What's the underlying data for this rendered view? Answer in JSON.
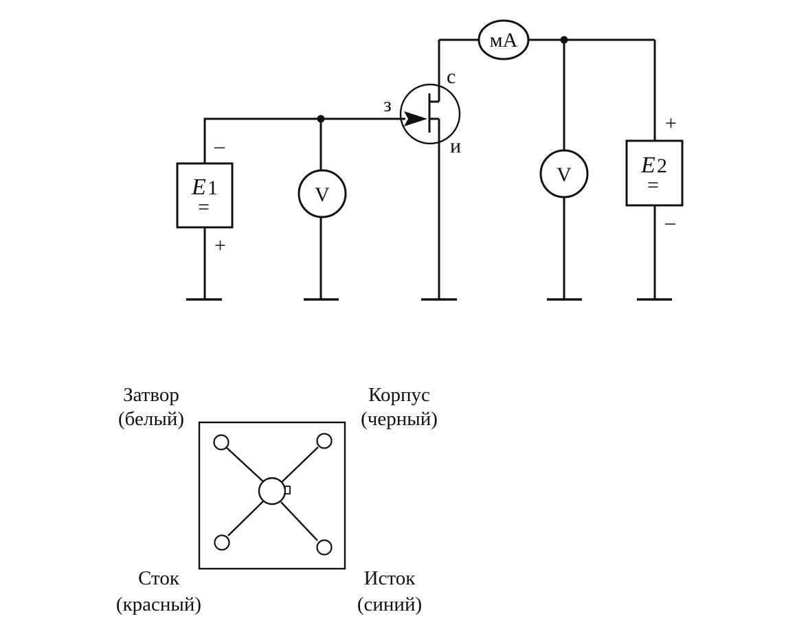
{
  "circuit": {
    "transistor": {
      "gate_label": "з",
      "drain_label": "с",
      "source_label": "и"
    },
    "meters": {
      "gate_voltmeter": "V",
      "drain_voltmeter": "V",
      "ammeter": "мА"
    },
    "sources": {
      "e1": {
        "name": "E",
        "index": "1",
        "dc_symbol": "=",
        "top_sign": "–",
        "bottom_sign": "+"
      },
      "e2": {
        "name": "E",
        "index": "2",
        "dc_symbol": "=",
        "top_sign": "+",
        "bottom_sign": "–"
      }
    }
  },
  "pinout": {
    "gate": {
      "name": "Затвор",
      "color": "(белый)"
    },
    "body": {
      "name": "Корпус",
      "color": "(черный)"
    },
    "drain": {
      "name": "Сток",
      "color": "(красный)"
    },
    "source": {
      "name": "Исток",
      "color": "(синий)"
    }
  }
}
